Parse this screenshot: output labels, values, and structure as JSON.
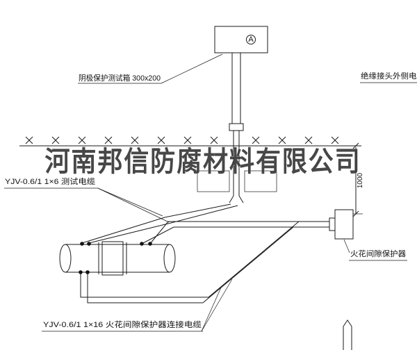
{
  "watermark": {
    "text": "河南邦信防腐材料有限公司"
  },
  "labels": {
    "test_box": "阴极保护测试箱 300x200",
    "insulated_joint_cable": "绝缘接头外侧电缆",
    "test_cable": "YJV-0.6/1 1×6  测试电缆",
    "spark_gap_protector": "火花间隙保护器",
    "connecting_cable": "YJV-0.6/1 1×16  火花间隙保护器连接电缆",
    "terminal_marker": "A",
    "dimension_height": "1000"
  },
  "colors": {
    "line": "#1a1a1a",
    "watermark": "#3a3a3a",
    "background": "#ffffff"
  }
}
